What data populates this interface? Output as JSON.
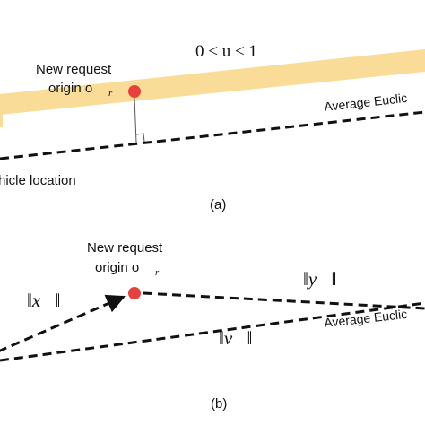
{
  "panel_a": {
    "constraint_text": "0 < u < 1",
    "new_request_line1": "New request",
    "new_request_line2": "origin o",
    "new_request_subscript": "r",
    "average_label": "Average Euclic",
    "vehicle_location": "hicle location",
    "caption": "(a)"
  },
  "panel_b": {
    "new_request_line1": "New request",
    "new_request_line2": "origin o",
    "new_request_subscript": "r",
    "x_norm_label": "‖x⃗‖",
    "y_norm_label": "‖y⃗‖",
    "v_norm_label": "‖v⃗‖",
    "average_label": "Average Euclic",
    "caption": "(b)"
  },
  "colors": {
    "band": "#f8dc97",
    "origin_dot": "#e8403a",
    "line": "#111111"
  }
}
